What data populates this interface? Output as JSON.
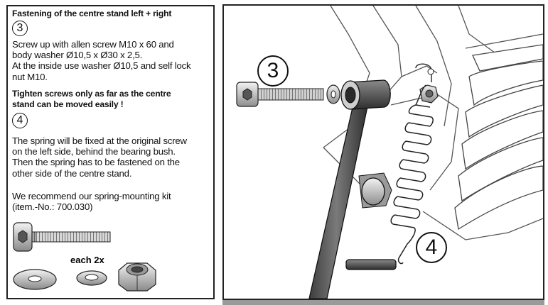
{
  "left_panel": {
    "heading": "Fastening of the centre stand left + right",
    "step3_number": "3",
    "step3_text": "Screw up with allen screw M10 x 60 and\nbody washer Ø10,5 x Ø30 x 2,5.\nAt the inside use washer Ø10,5 and self lock\nnut M10.",
    "step3_note": "Tighten screws only as far as the centre\nstand can be moved easily !",
    "step4_number": "4",
    "step4_text": "The spring will be fixed at the original screw\non the left side, behind the bearing bush.\nThen the spring has to be fastened on the\nother side of the centre stand.",
    "recommendation": "We recommend our spring-mounting kit\n(item.-No.: 700.030)",
    "parts_caption": "each 2x"
  },
  "right_panel": {
    "callout_3": "3",
    "callout_4": "4"
  }
}
